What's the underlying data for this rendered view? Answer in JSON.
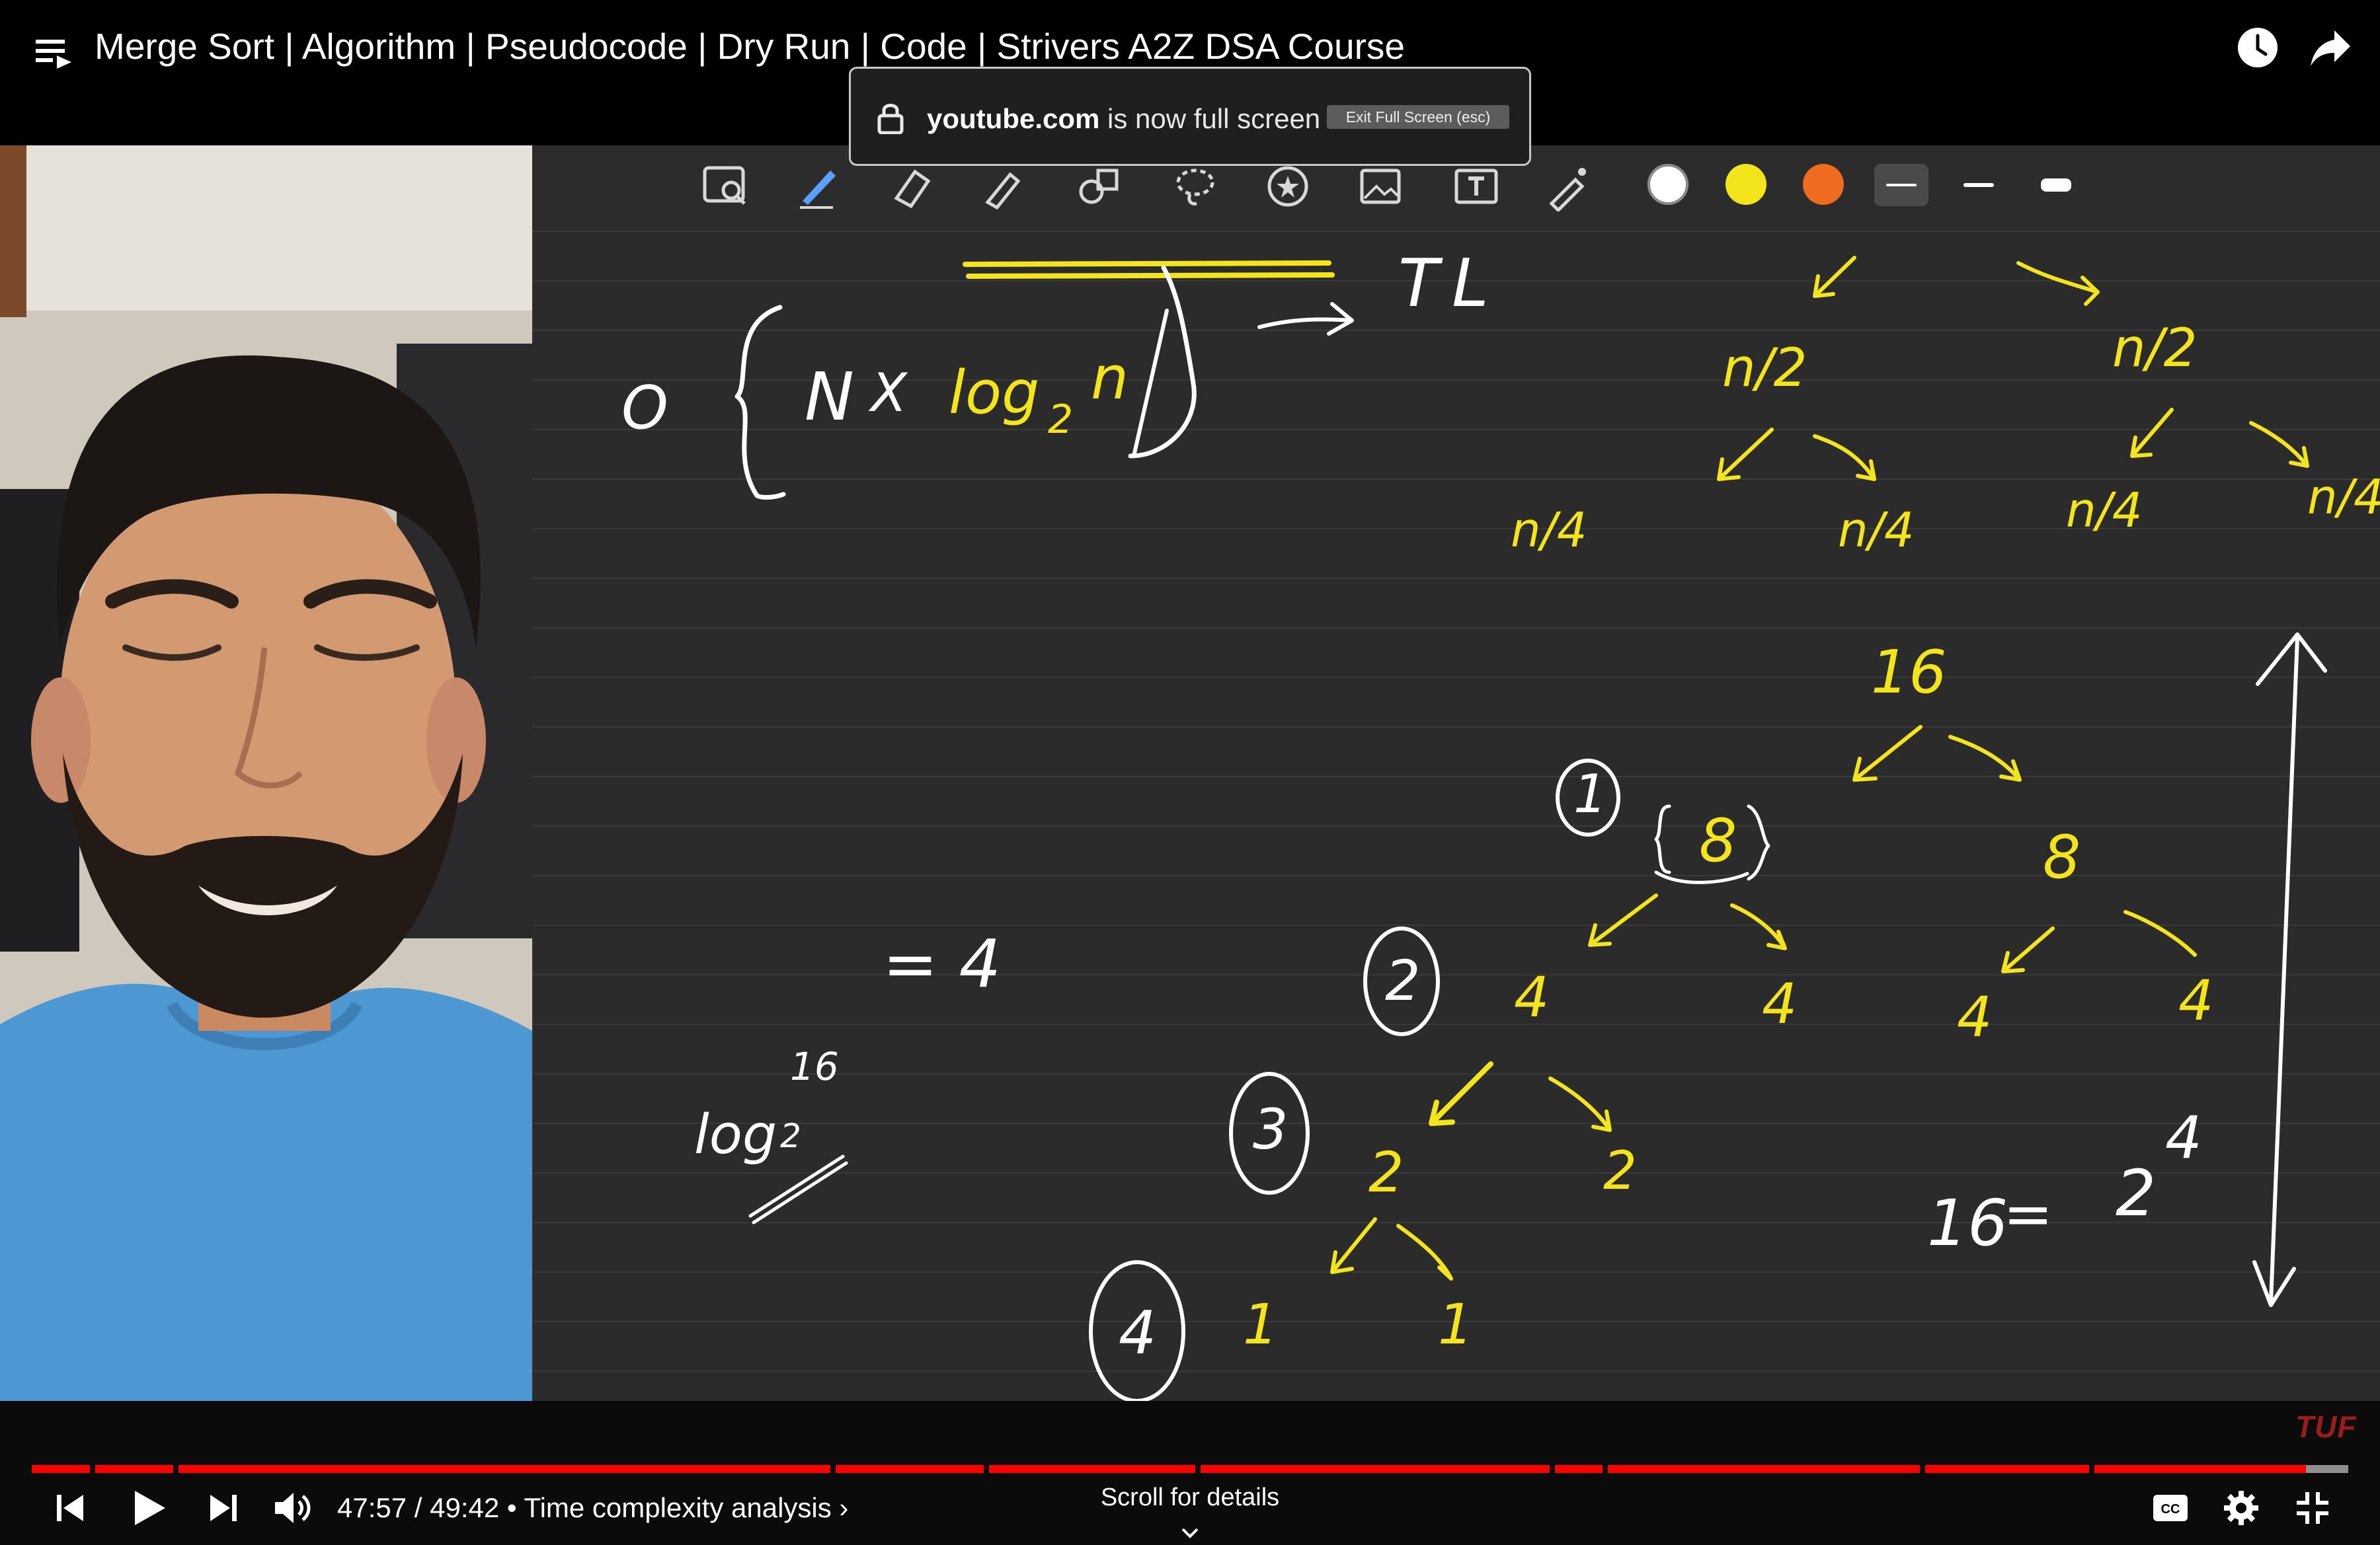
{
  "header": {
    "video_title": "Merge Sort | Algorithm | Pseudocode | Dry Run | Code | Strivers A2Z DSA Course"
  },
  "fullscreen_notice": {
    "domain": "youtube.com",
    "message": " is now full screen",
    "exit_label": "Exit Full Screen (esc)"
  },
  "whiteboard": {
    "toolbar_tools": [
      "zoom-insert-icon",
      "pen-icon",
      "eraser-icon",
      "highlighter-icon",
      "shapes-icon",
      "lasso-icon",
      "sticker-icon",
      "image-icon",
      "text-box-icon",
      "laser-pointer-icon"
    ],
    "pen_colors": [
      "#ffffff",
      "#f4e41c",
      "#ef6b20"
    ],
    "selected_stroke": "thin",
    "handwriting": {
      "formula_prefix": "O",
      "formula_n": "N",
      "formula_times": "X",
      "formula_log": "log",
      "formula_base": "2",
      "formula_arg": "n",
      "tl": "TL",
      "n2_left": "n/2",
      "n2_right": "n/2",
      "n4_a": "n/4",
      "n4_b": "n/4",
      "n4_c": "n/4",
      "n4_d": "n/4",
      "root": "16",
      "l1_left": "8",
      "l1_right": "8",
      "l2_a": "4",
      "l2_b": "4",
      "l2_c": "4",
      "l2_d": "4",
      "l3_a": "2",
      "l3_b": "2",
      "l4_a": "1",
      "l4_b": "1",
      "level1": "1",
      "level2": "2",
      "level3": "3",
      "level4": "4",
      "log_word": "log",
      "log_base": "2",
      "log_arg": "16",
      "log_eq": "= 4",
      "pow_lhs": "16",
      "pow_eq": "=",
      "pow_base": "2",
      "pow_exp": "4"
    }
  },
  "watermark": "TUF",
  "player": {
    "current_time": "47:57",
    "duration": "49:42",
    "chapter": "Time complexity analysis",
    "time_text": "47:57 / 49:42 • Time complexity analysis ›",
    "scroll_hint": "Scroll for details",
    "played_fraction": 0.965,
    "accent_color": "#ff0000"
  }
}
